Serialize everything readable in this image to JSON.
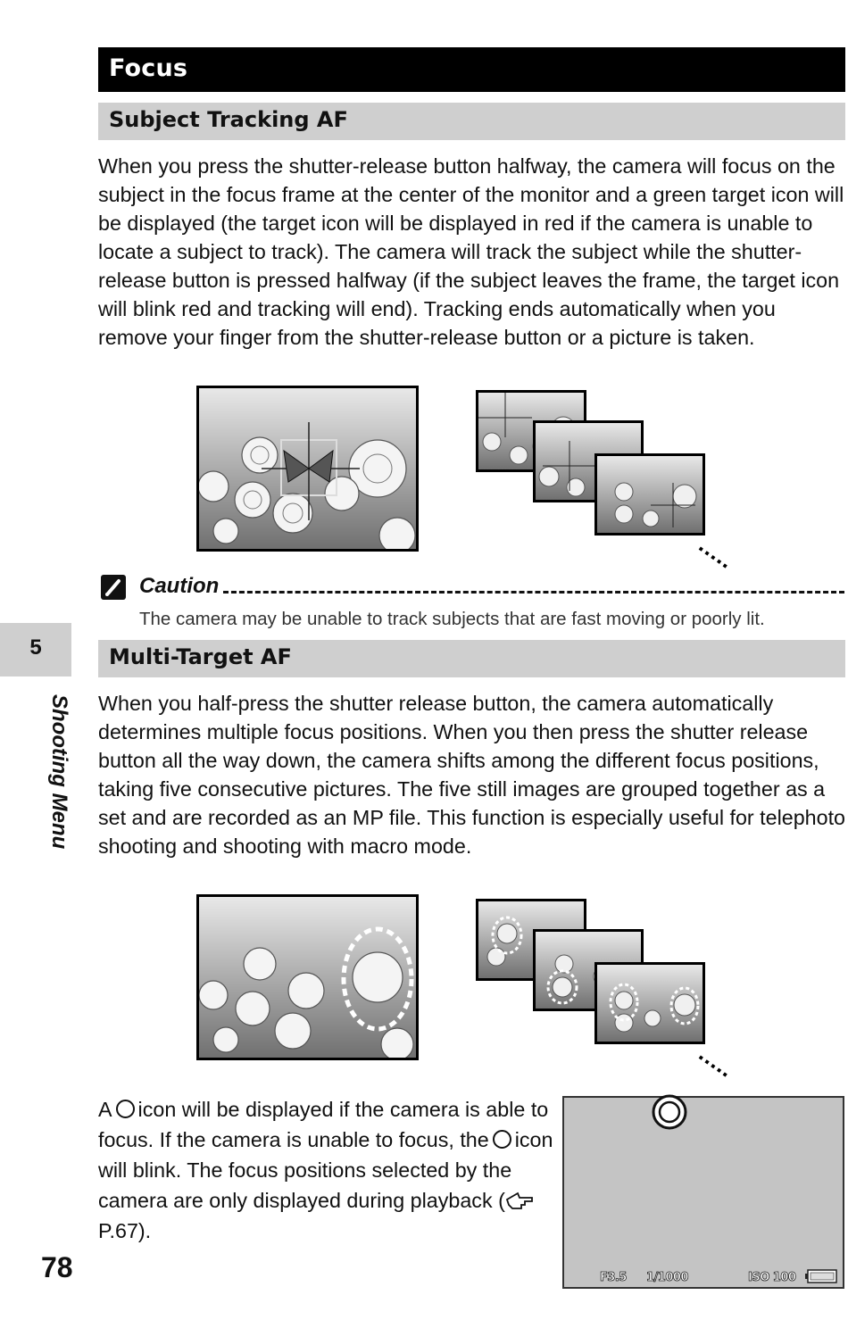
{
  "sections": {
    "focus_title": "Focus",
    "subject_tracking_title": "Subject Tracking AF",
    "multi_target_title": "Multi-Target AF"
  },
  "subject_tracking": {
    "paragraph": "When you press the shutter-release button halfway, the camera will focus on the subject in the focus frame at the center of the monitor and a green target icon will be displayed (the target icon will be displayed in red if the camera is unable to locate a subject to track). The camera will track the subject while the shutter-release button is pressed halfway (if the subject leaves the frame, the target icon will blink red and tracking will end). Tracking ends automatically when you remove your finger from the shutter-release button or a picture is taken."
  },
  "caution": {
    "title": "Caution",
    "text": "The camera may be unable to track subjects that are fast moving or poorly lit."
  },
  "multi_target": {
    "paragraph": "When you half-press the shutter release button, the camera automatically determines multiple focus positions. When you then press the shutter release button all the way down, the camera shifts among the different focus positions, taking five consecutive pictures. The five still images are grouped together as a set and are recorded as an MP file. This function is especially useful for telephoto shooting and shooting with macro mode."
  },
  "focus_note": {
    "part1": "A",
    "part2": "icon will be displayed if the camera is able to focus. If the camera is unable to focus, the",
    "part3": "icon will blink. The focus positions selected by the camera are only displayed during playback (",
    "ref": "P.67",
    "part4": ")."
  },
  "monitor": {
    "aperture": "F3.5",
    "shutter": "1/1000",
    "iso": "ISO 100"
  },
  "sidebar": {
    "chapter_number": "5",
    "chapter_name": "Shooting Menu"
  },
  "page_number": "78",
  "continuation": "....."
}
